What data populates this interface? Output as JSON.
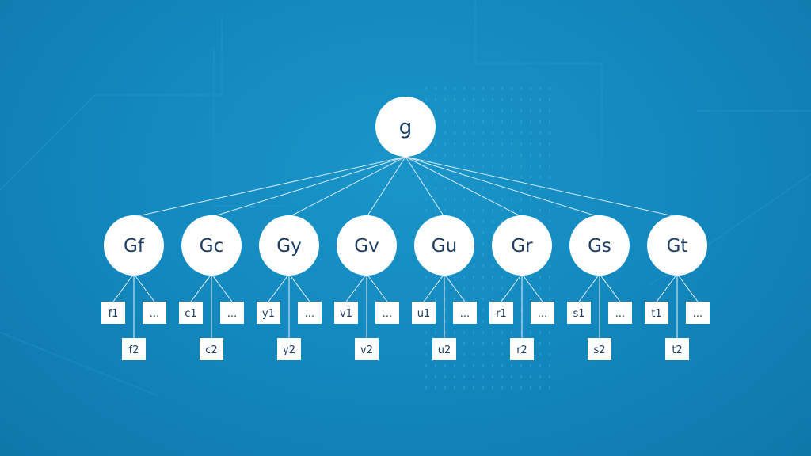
{
  "root": {
    "label": "g"
  },
  "factors": [
    {
      "label": "Gf",
      "items": [
        "f1",
        "...",
        "f2"
      ]
    },
    {
      "label": "Gc",
      "items": [
        "c1",
        "...",
        "c2"
      ]
    },
    {
      "label": "Gy",
      "items": [
        "y1",
        "...",
        "y2"
      ]
    },
    {
      "label": "Gv",
      "items": [
        "v1",
        "...",
        "v2"
      ]
    },
    {
      "label": "Gu",
      "items": [
        "u1",
        "...",
        "u2"
      ]
    },
    {
      "label": "Gr",
      "items": [
        "r1",
        "...",
        "r2"
      ]
    },
    {
      "label": "Gs",
      "items": [
        "s1",
        "...",
        "s2"
      ]
    },
    {
      "label": "Gt",
      "items": [
        "t1",
        "...",
        "t2"
      ]
    }
  ],
  "colors": {
    "node_fill": "#ffffff",
    "text": "#1d3d63",
    "connector": "#e6f3fa"
  }
}
